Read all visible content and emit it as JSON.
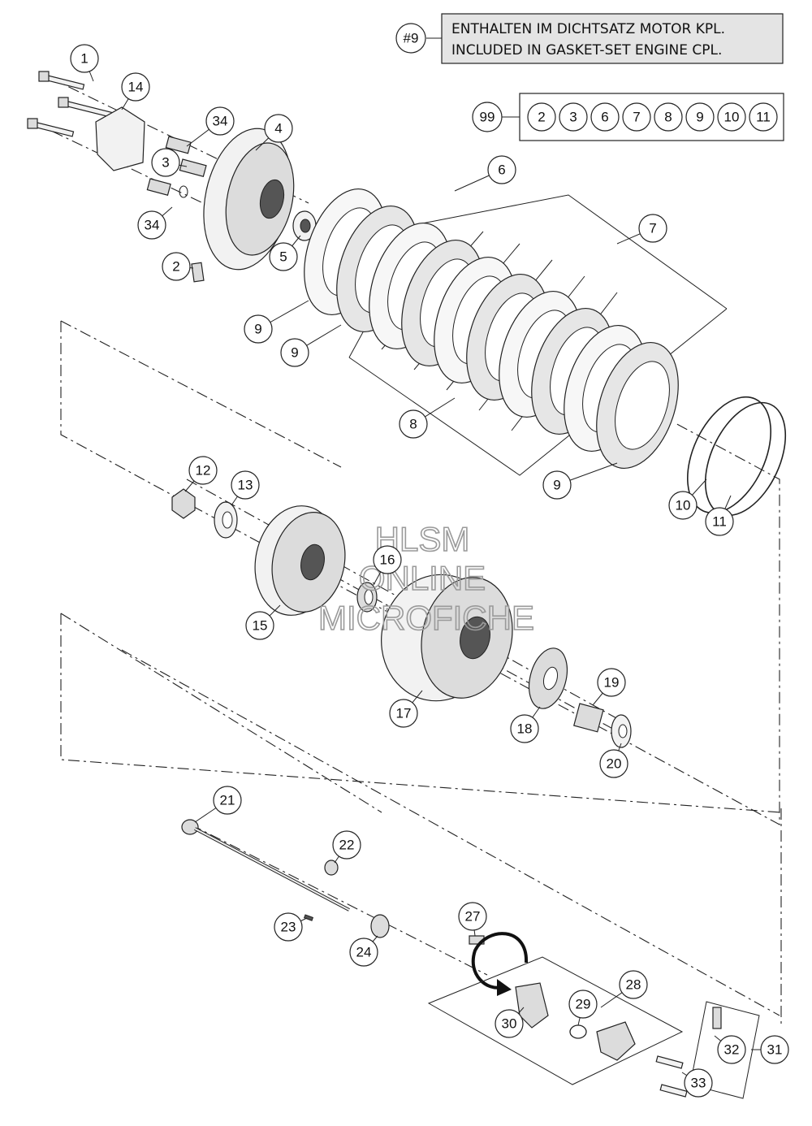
{
  "note_box": {
    "ref": "#9",
    "line1": "ENTHALTEN IM DICHTSATZ MOTOR KPL.",
    "line2": "INCLUDED IN GASKET-SET ENGINE CPL."
  },
  "kit_box": {
    "ref": "99",
    "items": [
      "2",
      "3",
      "6",
      "7",
      "8",
      "9",
      "10",
      "11"
    ]
  },
  "watermark": {
    "line1": "HLSM",
    "line2": "ONLINE",
    "line3": "MICROFICHE"
  },
  "callouts": [
    "1",
    "14",
    "34",
    "4",
    "3",
    "34",
    "2",
    "5",
    "6",
    "7",
    "9",
    "9",
    "8",
    "9",
    "10",
    "11",
    "12",
    "13",
    "15",
    "16",
    "17",
    "18",
    "19",
    "20",
    "21",
    "22",
    "23",
    "24",
    "27",
    "28",
    "29",
    "30",
    "31",
    "32",
    "33"
  ]
}
